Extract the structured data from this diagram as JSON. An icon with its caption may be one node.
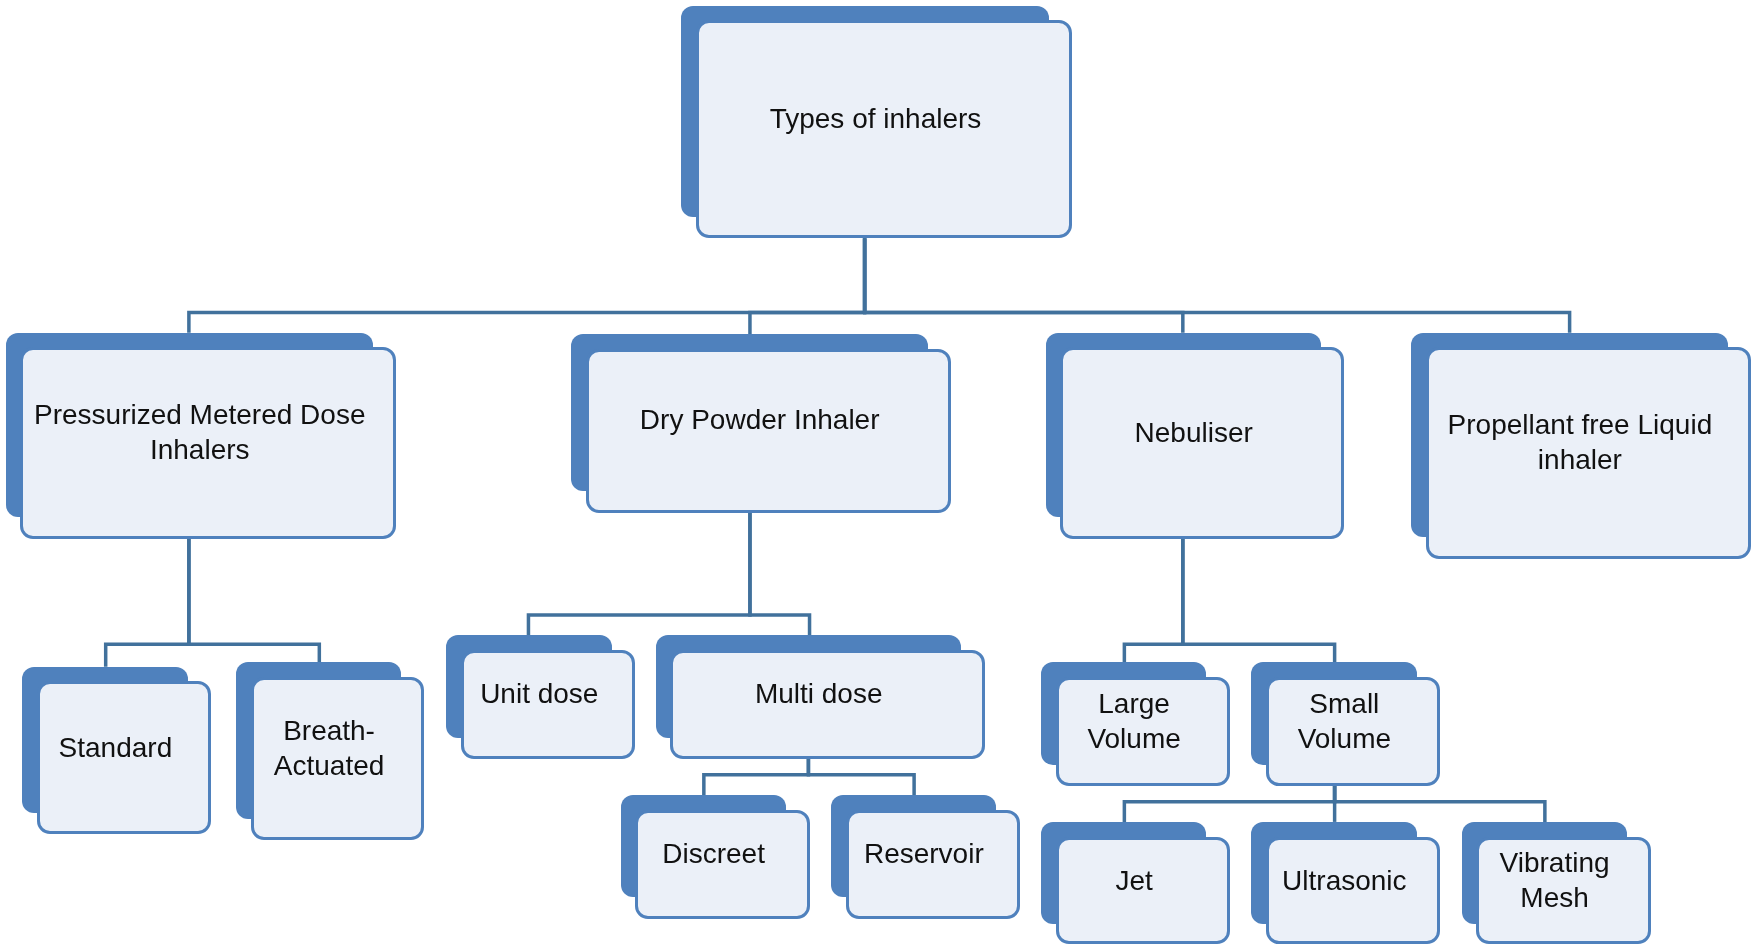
{
  "diagram": {
    "nodes": [
      {
        "text": [
          "Types of inhalers"
        ]
      },
      {
        "text": [
          "Pressurized Metered Dose Inhalers"
        ]
      },
      {
        "text": [
          "Dry Powder Inhaler"
        ]
      },
      {
        "text": [
          "Nebuliser"
        ]
      },
      {
        "text": [
          "Propellant free Liquid inhaler"
        ]
      },
      {
        "text": [
          "Standard"
        ]
      },
      {
        "text": [
          "Breath-Actuated"
        ]
      },
      {
        "text": [
          "Unit dose"
        ]
      },
      {
        "text": [
          "Multi dose"
        ]
      },
      {
        "text": [
          "Discreet"
        ]
      },
      {
        "text": [
          "Reservoir"
        ]
      },
      {
        "text": [
          "Large Volume"
        ]
      },
      {
        "text": [
          "Small Volume"
        ]
      },
      {
        "text": [
          "Jet"
        ]
      },
      {
        "text": [
          "Ultrasonic"
        ]
      },
      {
        "text": [
          "Vibrating Mesh"
        ]
      }
    ],
    "edges": [
      {
        "from": 0,
        "to": 1,
        "arrow": "none"
      },
      {
        "from": 0,
        "to": 2,
        "arrow": "none"
      },
      {
        "from": 0,
        "to": 3,
        "arrow": "none"
      },
      {
        "from": 0,
        "to": 4,
        "arrow": "none"
      },
      {
        "from": 1,
        "to": 5,
        "arrow": "none"
      },
      {
        "from": 1,
        "to": 6,
        "arrow": "none"
      },
      {
        "from": 2,
        "to": 7,
        "arrow": "none"
      },
      {
        "from": 2,
        "to": 8,
        "arrow": "none"
      },
      {
        "from": 8,
        "to": 9,
        "arrow": "none"
      },
      {
        "from": 8,
        "to": 10,
        "arrow": "none"
      },
      {
        "from": 3,
        "to": 11,
        "arrow": "none"
      },
      {
        "from": 3,
        "to": 12,
        "arrow": "none"
      },
      {
        "from": 12,
        "to": 13,
        "arrow": "none"
      },
      {
        "from": 12,
        "to": 14,
        "arrow": "none"
      },
      {
        "from": 12,
        "to": 15,
        "arrow": "none"
      }
    ]
  }
}
